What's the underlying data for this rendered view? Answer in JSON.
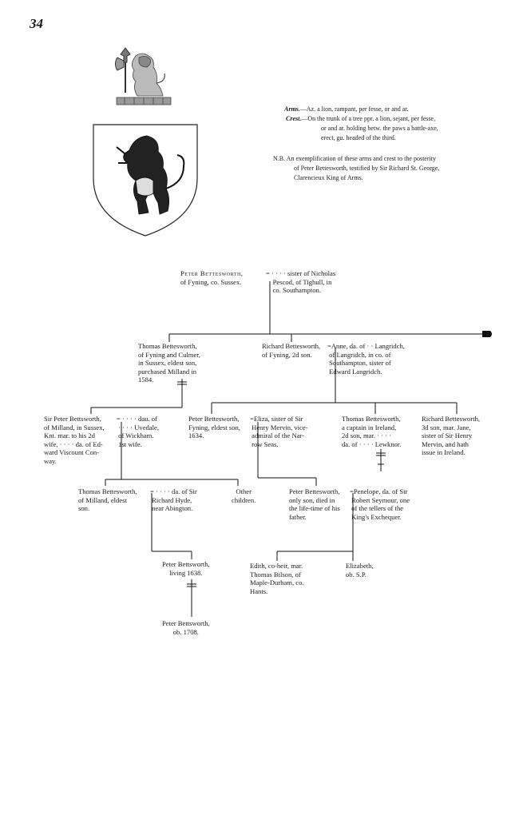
{
  "page_number": "34",
  "arms": {
    "arms_label": "Arms.",
    "arms_text": "—Az. a lion, rampant, per fesse, or and ar.",
    "crest_label": "Crest.",
    "crest_line1": "—On the trunk of a tree ppr. a lion, sejant, per fesse,",
    "crest_line2": "or and ar. holding betw. the paws a battle-axe,",
    "crest_line3": "erect, gu. headed of the third.",
    "nb_line1": "N.B. An exemplification of these arms and crest to the posterity",
    "nb_line2": "of Peter Bettesworth, testified by Sir Richard St. George,",
    "nb_line3": "Clarencieux King of Arms."
  },
  "persons": {
    "peter_root_name": "Peter Bettesworth,",
    "peter_root_line2": "of Fyning, co. Sussex.",
    "root_wife": "= · · · · sister of Nicholas\n    Pescod, of Tighull, in\n    co. Southampton.",
    "thomas1": "Thomas Bettesworth,\nof Fyning and Culmer,\nin Sussex, eldest son,\npurchased Milland in\n1584.",
    "richard1": "Richard Bettesworth,\nof Fyning, 2d son.",
    "anne": "=Anne, da. of · · Langridch,\n of Langridch, in co. of\n Southampton, sister of\n Edward Langridch.",
    "sir_peter": "Sir Peter Bettsworth,\nof Milland, in Sussex,\nKnt. mar. to his 2d\nwife, · · · · da. of Ed-\nward Viscount Con-\nway.",
    "uvedale": "= · · · · dau. of\n · · · · Uvedale,\n of Wickham.\n 1st wife.",
    "peter2": "Peter Bettesworth,\nFyning, eldest son,\n1634.",
    "eliza": "=Eliza, sister of Sir\n Henry Mervin, vice-\n admiral of the Nar-\n row Seas.",
    "thomas2": "Thomas Bettesworth,\na captain in Ireland,\n2d son, mar. · · · ·\nda. of · · · · Lewknor.",
    "richard2": "Richard Bettesworth,\n3d son, mar. Jane,\nsister of Sir Henry\nMervin, and hath\nissue in Ireland.",
    "thomas3": "Thomas Bettesworth,\nof Milland, eldest\nson.",
    "hyde": "= · · · · da. of Sir\n Richard Hyde,\n near Abington.",
    "other_children": "Other\nchildren.",
    "peter3": "Peter Bettesworth,\nonly son, died in\nthe life-time of his\nfather.",
    "penelope": "=Penelope, da. of Sir\n Robert Seymour, one\n of the tellers of the\n King's Exchequer.",
    "peter4": "Peter Bettsworth,\nliving 1638.",
    "edith": "Edith, co-heir, mar.\nThomas Bilson, of\nMaple-Durham, co.\nHants.",
    "elizabeth": "Elizabeth,\nob. S.P.",
    "peter5": "Peter Bettsworth,\nob. 1708."
  }
}
